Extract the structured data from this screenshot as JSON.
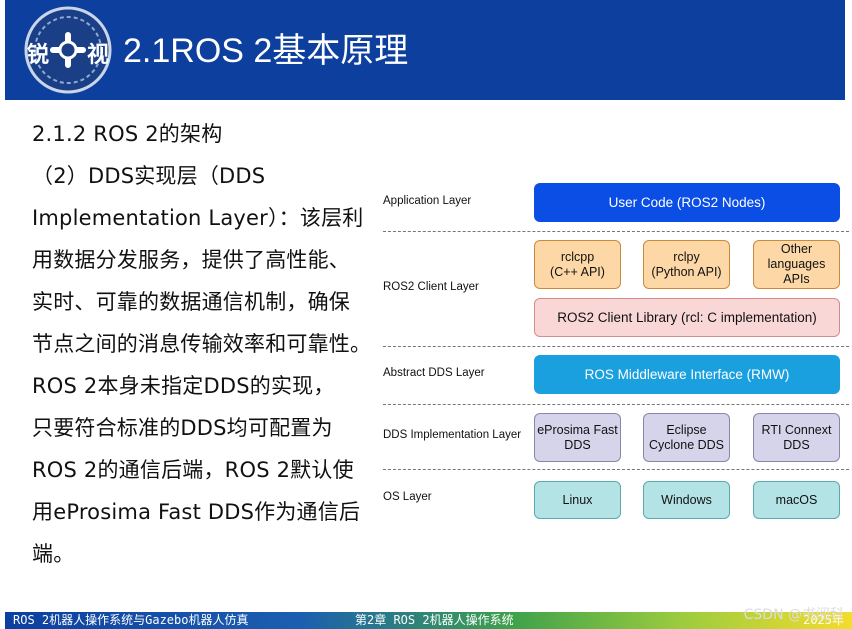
{
  "header": {
    "title": "2.1ROS 2基本原理",
    "logo_chars": [
      "锐",
      "视"
    ],
    "bg_color": "#0d3f9f"
  },
  "body_text": {
    "lines": [
      "2.1.2 ROS 2的架构",
      "（2）DDS实现层（DDS",
      "Implementation Layer）：该层利",
      "用数据分发服务，提供了高性能、",
      "实时、可靠的数据通信机制，确保",
      "节点之间的消息传输效率和可靠性。",
      "ROS 2本身未指定DDS的实现，",
      "只要符合标准的DDS均可配置为",
      "ROS 2的通信后端，ROS 2默认使",
      "用eProsima Fast DDS作为通信后",
      "端。"
    ]
  },
  "diagram": {
    "layers": [
      "Application Layer",
      "ROS2 Client Layer",
      "Abstract DDS Layer",
      "DDS Implementation Layer",
      "OS Layer"
    ],
    "boxes": {
      "user_code": "User Code (ROS2 Nodes)",
      "rclcpp": "rclcpp\n(C++ API)",
      "rclpy": "rclpy\n(Python API)",
      "other_apis": "Other\nlanguages\nAPIs",
      "rcl": "ROS2 Client Library (rcl: C implementation)",
      "rmw": "ROS Middleware Interface (RMW)",
      "fastdds": "eProsima Fast\nDDS",
      "cyclone": "Eclipse\nCyclone DDS",
      "connext": "RTI Connext\nDDS",
      "linux": "Linux",
      "windows": "Windows",
      "macos": "macOS"
    },
    "colors": {
      "user_code_fill": "#0b4ee6",
      "api_fill": "#fdd8a6",
      "api_border": "#c98a3c",
      "rcl_fill": "#fad7d7",
      "rcl_border": "#d98a8a",
      "rmw_fill": "#1aa0df",
      "dds_fill": "#d6d4ea",
      "dds_border": "#8a86aa",
      "os_fill": "#b4e3e6",
      "os_border": "#5aa9ae"
    }
  },
  "footer": {
    "left": "ROS 2机器人操作系统与Gazebo机器人仿真",
    "center": "第2章 ROS 2机器人操作系统",
    "right": "2025年"
  },
  "watermark": "CSDN @书阅科"
}
